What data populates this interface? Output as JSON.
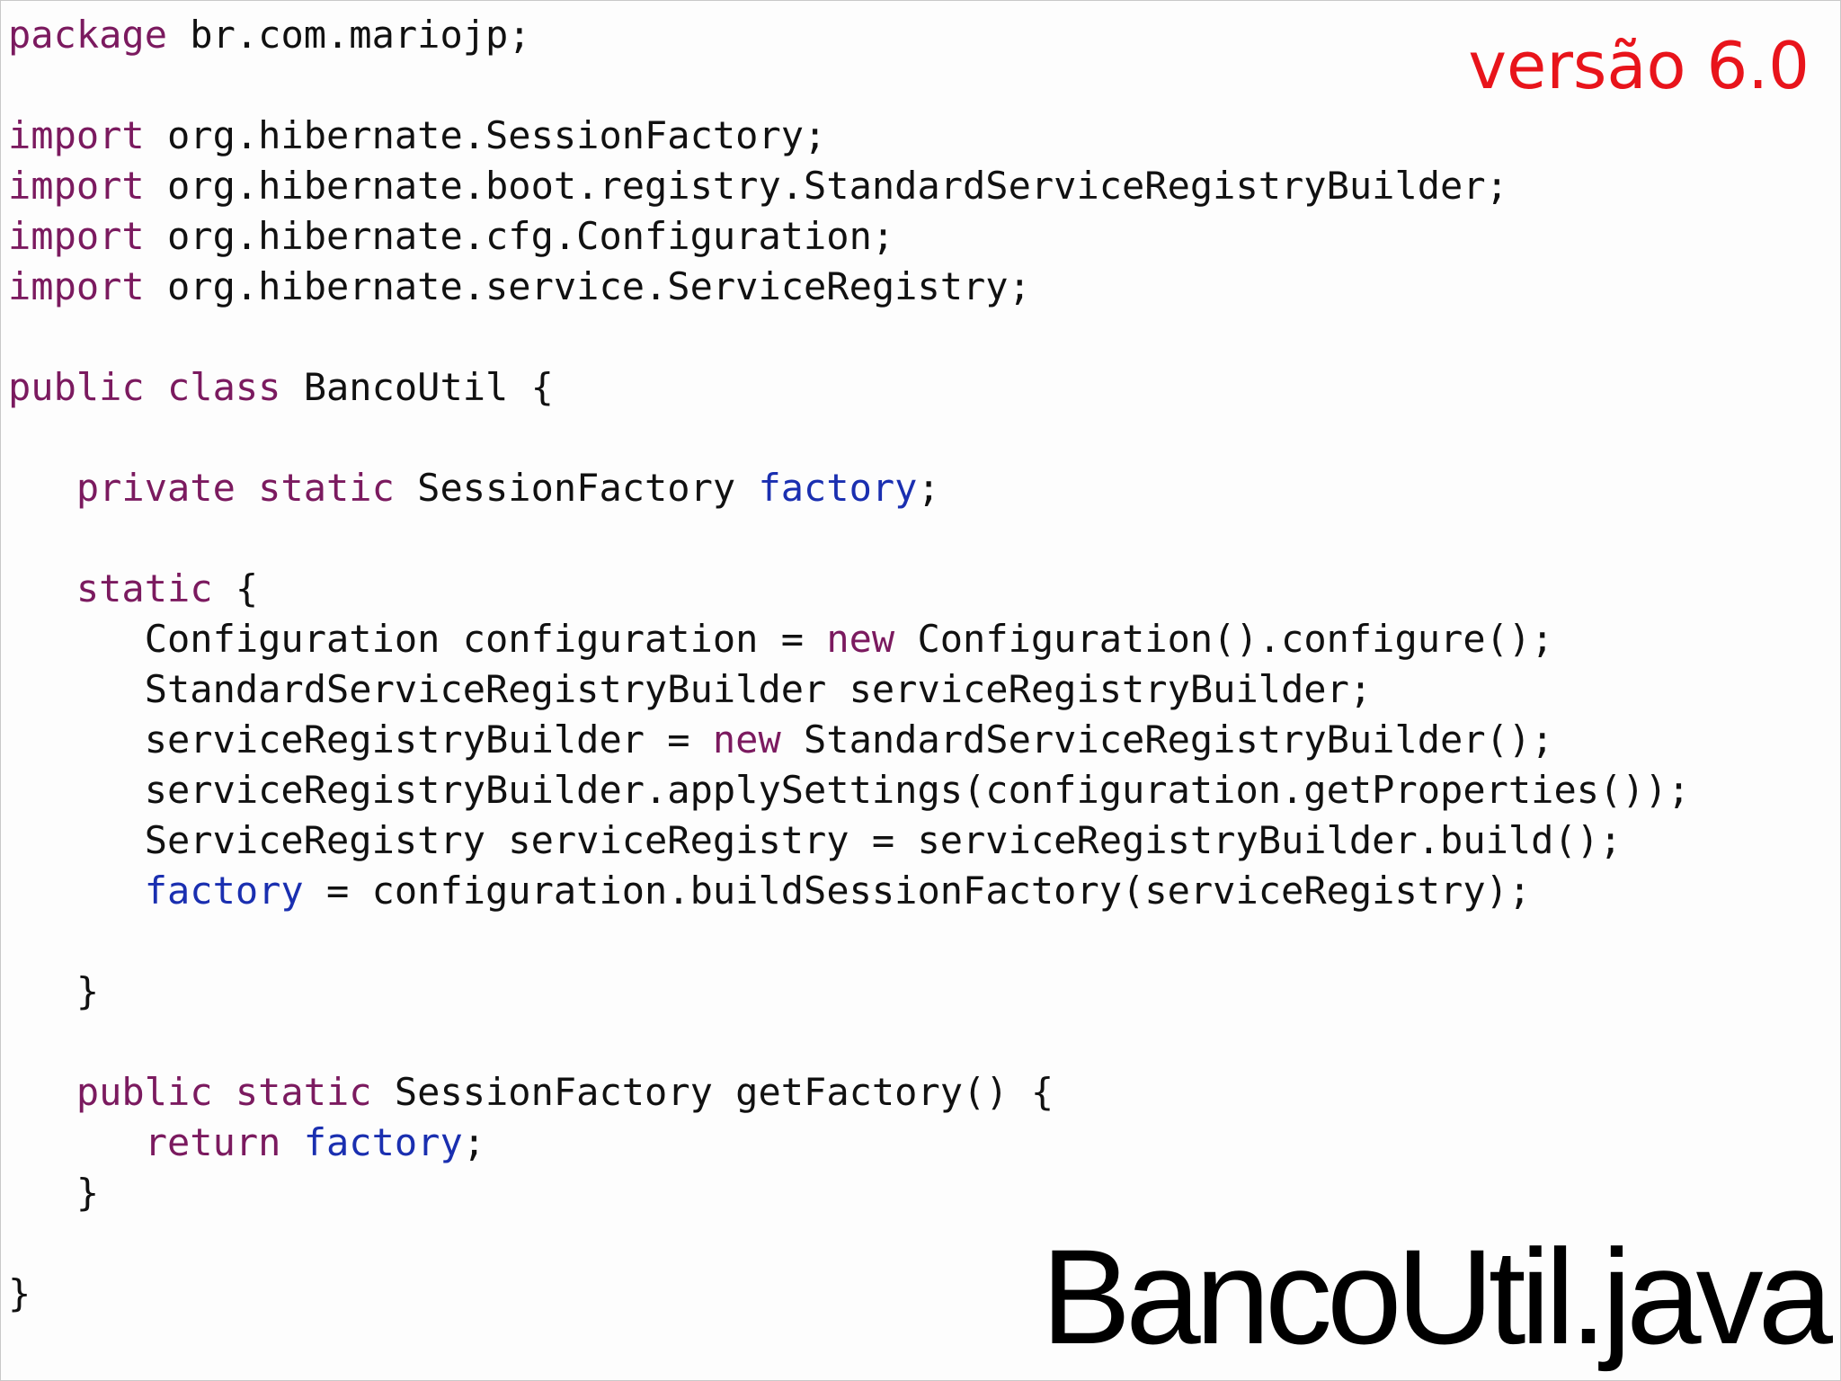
{
  "colors": {
    "keyword": "#7b1a5f",
    "field": "#1a2fb0",
    "text": "#111111",
    "version": "#e8141b"
  },
  "version_label": "versão 6.0",
  "file_name": "BancoUtil.java",
  "code_lines": [
    [
      {
        "t": "kw",
        "s": "package"
      },
      {
        "t": "text",
        "s": " br.com.mariojp;"
      }
    ],
    [],
    [
      {
        "t": "kw",
        "s": "import"
      },
      {
        "t": "text",
        "s": " org.hibernate.SessionFactory;"
      }
    ],
    [
      {
        "t": "kw",
        "s": "import"
      },
      {
        "t": "text",
        "s": " org.hibernate.boot.registry.StandardServiceRegistryBuilder;"
      }
    ],
    [
      {
        "t": "kw",
        "s": "import"
      },
      {
        "t": "text",
        "s": " org.hibernate.cfg.Configuration;"
      }
    ],
    [
      {
        "t": "kw",
        "s": "import"
      },
      {
        "t": "text",
        "s": " org.hibernate.service.ServiceRegistry;"
      }
    ],
    [],
    [
      {
        "t": "kw",
        "s": "public class"
      },
      {
        "t": "text",
        "s": " BancoUtil {"
      }
    ],
    [],
    [
      {
        "t": "text",
        "s": "   "
      },
      {
        "t": "kw",
        "s": "private static"
      },
      {
        "t": "text",
        "s": " SessionFactory "
      },
      {
        "t": "field",
        "s": "factory"
      },
      {
        "t": "text",
        "s": ";"
      }
    ],
    [],
    [
      {
        "t": "text",
        "s": "   "
      },
      {
        "t": "kw",
        "s": "static"
      },
      {
        "t": "text",
        "s": " {"
      }
    ],
    [
      {
        "t": "text",
        "s": "      Configuration configuration = "
      },
      {
        "t": "kw",
        "s": "new"
      },
      {
        "t": "text",
        "s": " Configuration().configure();"
      }
    ],
    [
      {
        "t": "text",
        "s": "      StandardServiceRegistryBuilder serviceRegistryBuilder;"
      }
    ],
    [
      {
        "t": "text",
        "s": "      serviceRegistryBuilder = "
      },
      {
        "t": "kw",
        "s": "new"
      },
      {
        "t": "text",
        "s": " StandardServiceRegistryBuilder();"
      }
    ],
    [
      {
        "t": "text",
        "s": "      serviceRegistryBuilder.applySettings(configuration.getProperties());"
      }
    ],
    [
      {
        "t": "text",
        "s": "      ServiceRegistry serviceRegistry = serviceRegistryBuilder.build();"
      }
    ],
    [
      {
        "t": "text",
        "s": "      "
      },
      {
        "t": "field",
        "s": "factory"
      },
      {
        "t": "text",
        "s": " = configuration.buildSessionFactory(serviceRegistry);"
      }
    ],
    [],
    [
      {
        "t": "text",
        "s": "   }"
      }
    ],
    [],
    [
      {
        "t": "text",
        "s": "   "
      },
      {
        "t": "kw",
        "s": "public static"
      },
      {
        "t": "text",
        "s": " SessionFactory getFactory() {"
      }
    ],
    [
      {
        "t": "text",
        "s": "      "
      },
      {
        "t": "kw",
        "s": "return"
      },
      {
        "t": "text",
        "s": " "
      },
      {
        "t": "field",
        "s": "factory"
      },
      {
        "t": "text",
        "s": ";"
      }
    ],
    [
      {
        "t": "text",
        "s": "   }"
      }
    ],
    [],
    [
      {
        "t": "text",
        "s": "}"
      }
    ]
  ]
}
